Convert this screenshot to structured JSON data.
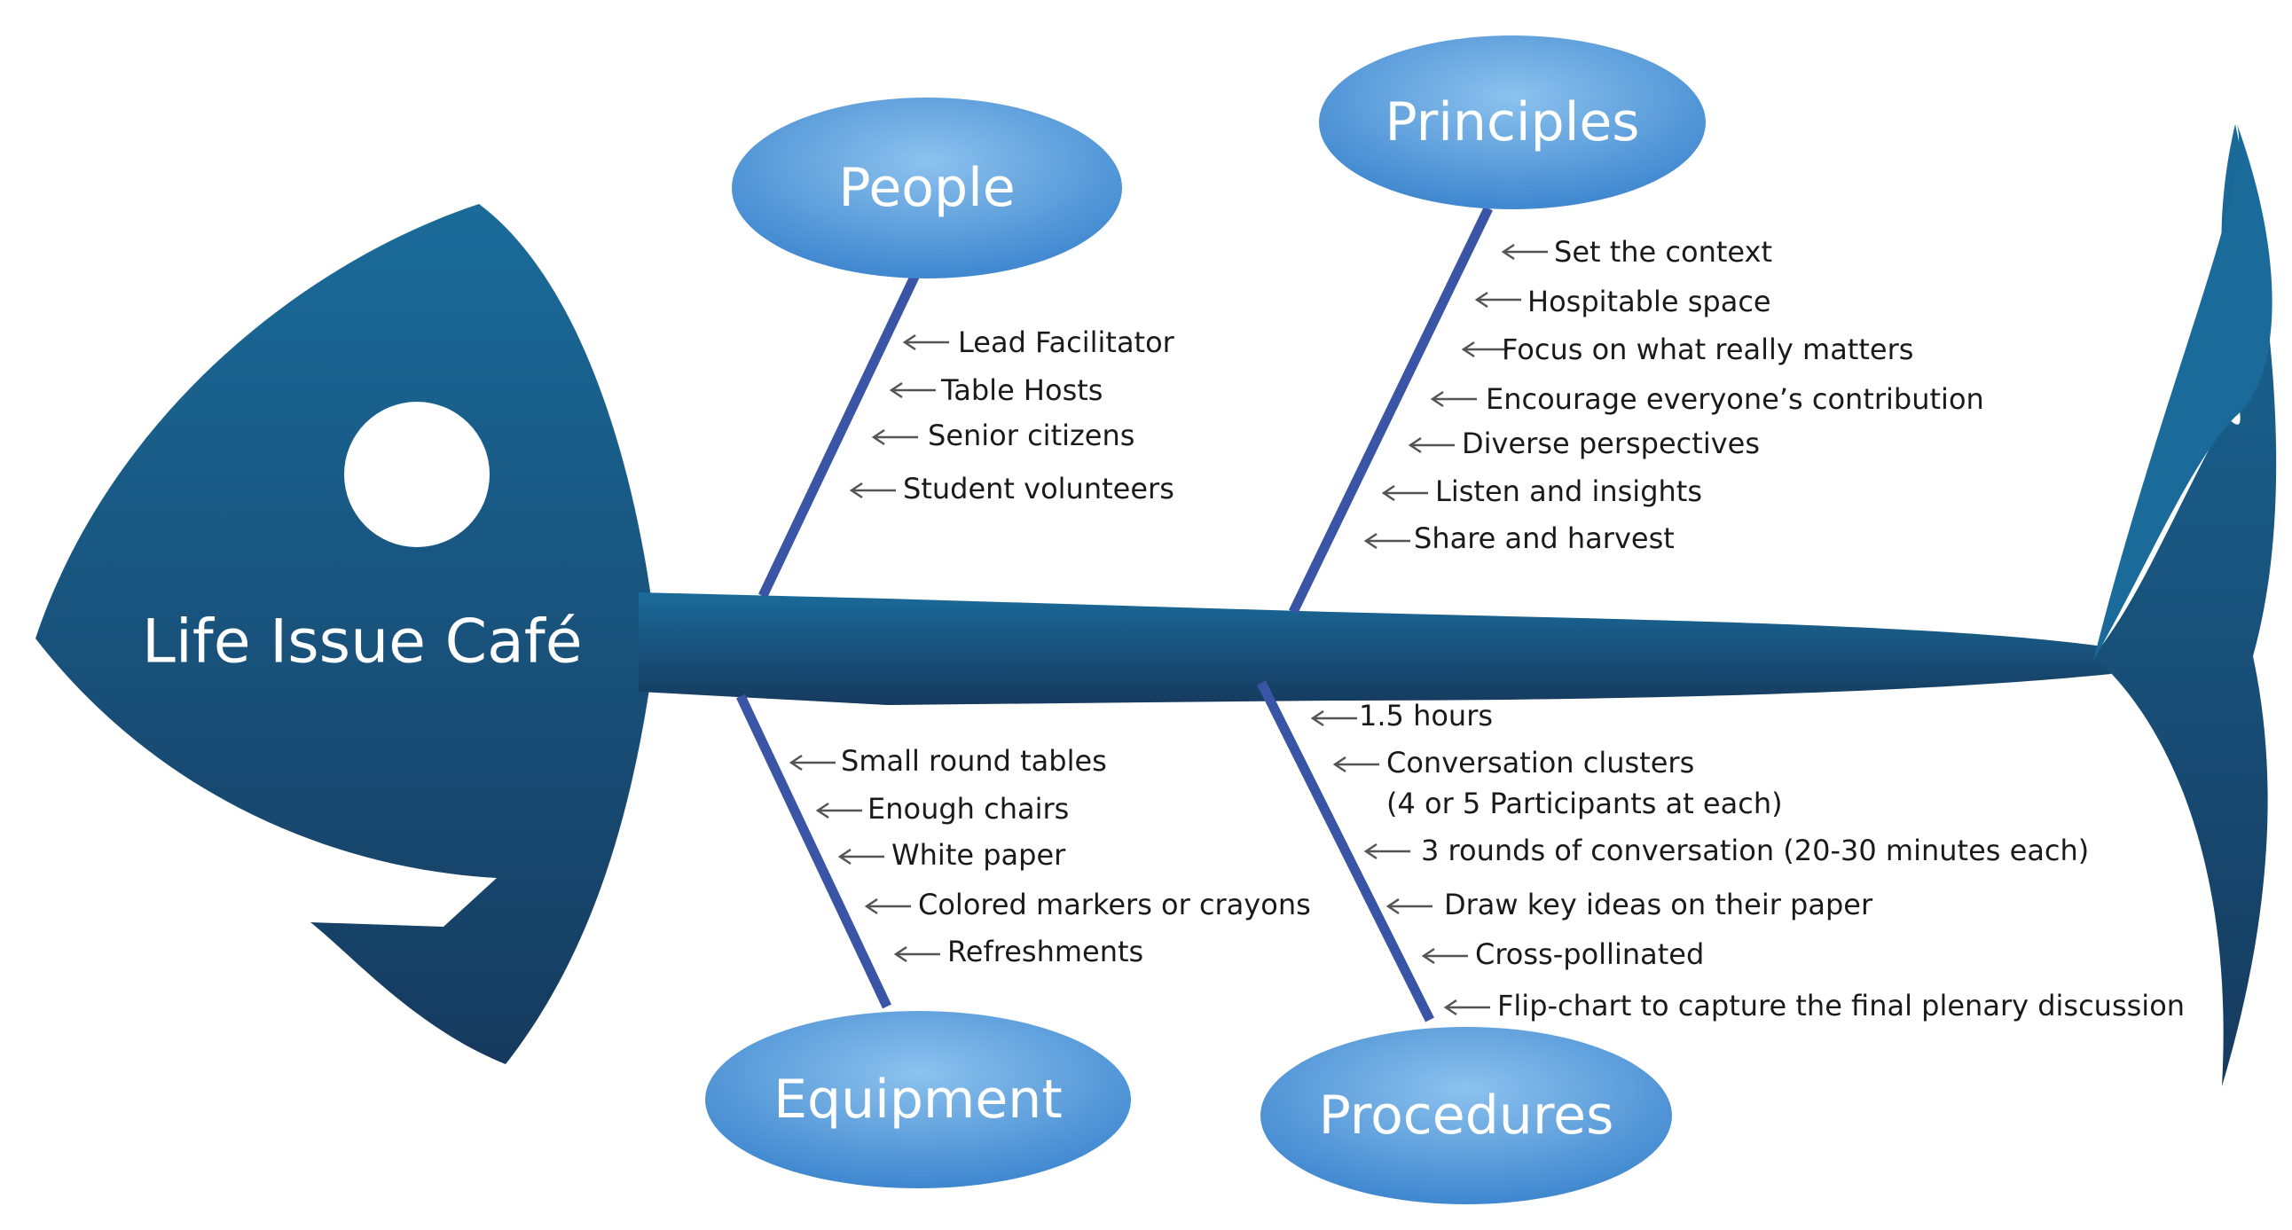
{
  "title": "Life Issue Café",
  "colors": {
    "fish_top": "#1a6b9a",
    "fish_bottom": "#163a5e",
    "ellipse_light": "#8cc2ee",
    "ellipse_dark": "#3f87cf",
    "bone": "#3a55a5"
  },
  "categories": {
    "people": {
      "label": "People",
      "items": [
        "Lead Facilitator",
        "Table Hosts",
        "Senior citizens",
        "Student volunteers"
      ]
    },
    "principles": {
      "label": "Principles",
      "items": [
        "Set the context",
        "Hospitable space",
        "Focus on what really matters",
        "Encourage everyone’s contribution",
        "Diverse perspectives",
        "Listen and insights",
        "Share and harvest"
      ]
    },
    "equipment": {
      "label": "Equipment",
      "items": [
        "Small round tables",
        "Enough chairs",
        "White paper",
        "Colored markers or crayons",
        "Refreshments"
      ]
    },
    "procedures": {
      "label": "Procedures",
      "items": [
        "1.5 hours",
        "Conversation clusters",
        "(4 or 5 Participants at each)",
        "3 rounds of conversation (20-30 minutes each)",
        "Draw key ideas on their paper",
        "Cross-pollinated",
        "Flip-chart to capture the final plenary discussion"
      ]
    }
  }
}
